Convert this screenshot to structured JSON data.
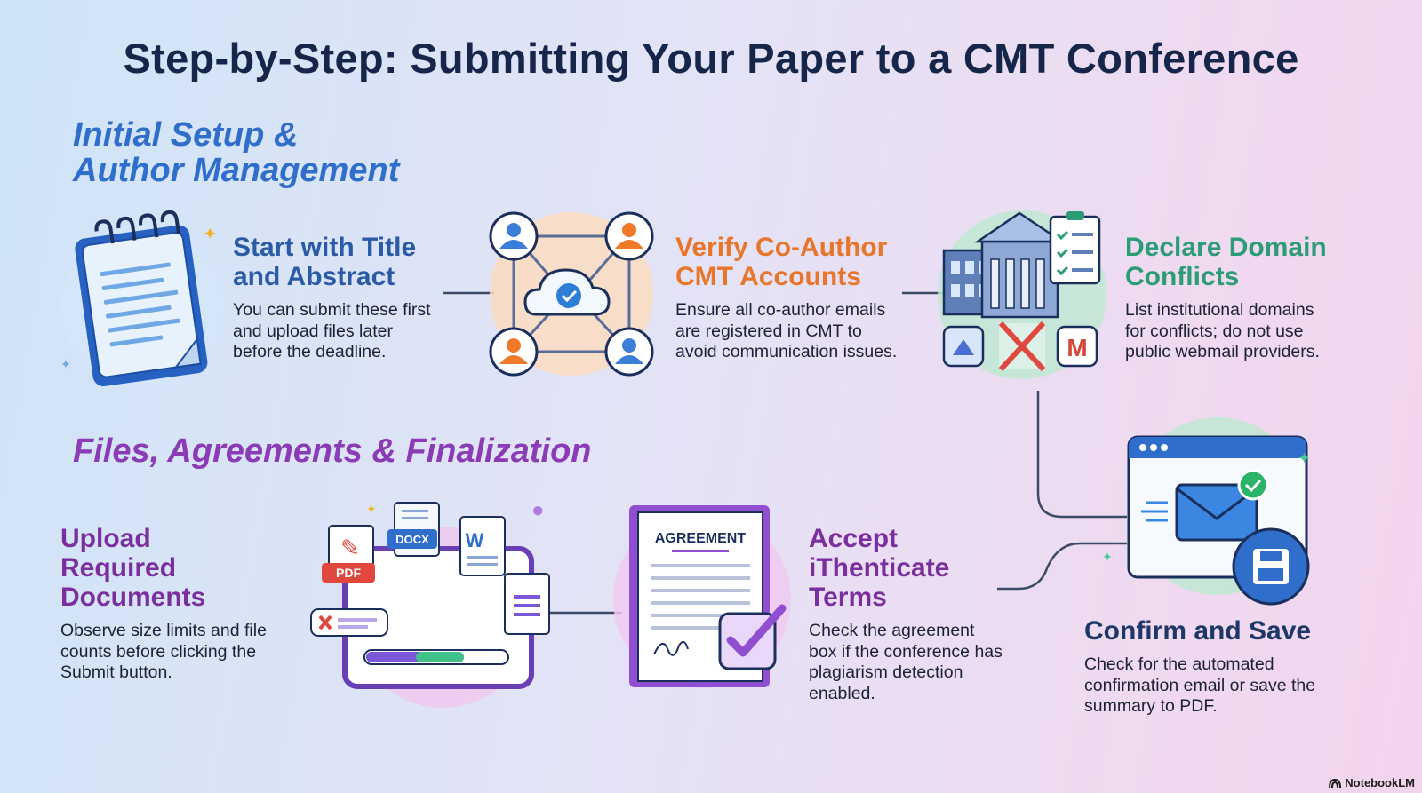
{
  "title": "Step-by-Step: Submitting Your Paper to a CMT Conference",
  "sections": [
    {
      "line1": "Initial Setup &",
      "line2": "Author Management",
      "color": "#2f6fcb"
    },
    {
      "line1": "Files, Agreements & Finalization",
      "color": "#8a3bb5"
    }
  ],
  "steps": {
    "title_abstract": {
      "title_line1": "Start with Title",
      "title_line2": "and Abstract",
      "desc_line1": "You can submit these first",
      "desc_line2": "and upload files later",
      "desc_line3": "before the deadline.",
      "icon": "notepad-icon",
      "color": "#2b5aa6"
    },
    "coauthor": {
      "title_line1": "Verify Co-Author",
      "title_line2": "CMT Accounts",
      "desc_line1": "Ensure all co-author emails",
      "desc_line2": "are registered in CMT to",
      "desc_line3": "avoid communication issues.",
      "icon": "cloud-network-icon",
      "color": "#e8762a"
    },
    "conflicts": {
      "title_line1": "Declare Domain",
      "title_line2": "Conflicts",
      "desc_line1": "List institutional domains",
      "desc_line2": "for conflicts; do not use",
      "desc_line3": "public webmail providers.",
      "icon": "institution-icon",
      "color": "#2c9c74"
    },
    "upload": {
      "title_line1": "Upload",
      "title_line2": "Required",
      "title_line3": "Documents",
      "desc_line1": "Observe size limits and file",
      "desc_line2": "counts before clicking the",
      "desc_line3": "Submit button.",
      "icon": "file-upload-icon",
      "color": "#7b2f9e"
    },
    "ithenticate": {
      "title_line1": "Accept",
      "title_line2": "iThenticate",
      "title_line3": "Terms",
      "desc_line1": "Check the agreement",
      "desc_line2": "box if the conference has",
      "desc_line3": "plagiarism detection",
      "desc_line4": "enabled.",
      "icon": "agreement-icon",
      "color": "#7b2f9e"
    },
    "confirm": {
      "title": "Confirm and Save",
      "desc_line1": "Check for the automated",
      "desc_line2": "confirmation email or save the",
      "desc_line3": "summary to PDF.",
      "icon": "email-save-icon",
      "color": "#1f3768"
    }
  },
  "icon_labels": {
    "pdf": "PDF",
    "docx": "DOCX",
    "word": "W",
    "agreement": "AGREEMENT",
    "gmail": "M"
  },
  "footer": {
    "brand": "NotebookLM",
    "icon": "notebooklm-logo-icon"
  }
}
